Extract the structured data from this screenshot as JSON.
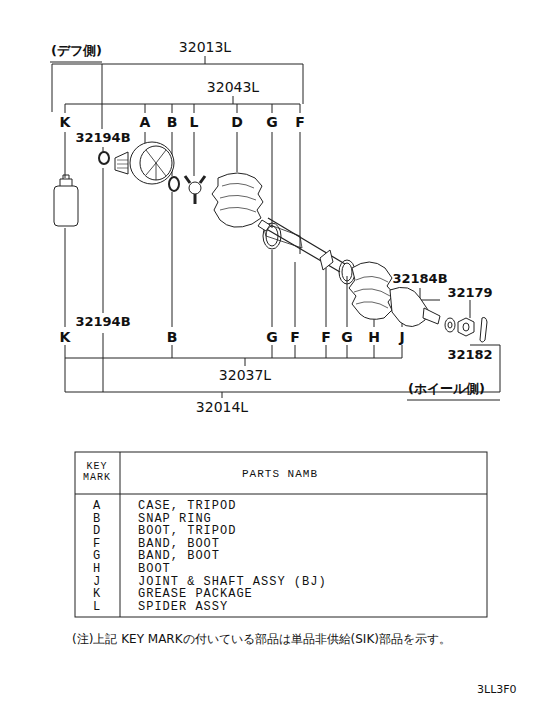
{
  "diagram": {
    "labels": [
      "(デフ側)",
      "32013L",
      "32043L",
      "K",
      "32194B",
      "A",
      "B",
      "L",
      "D",
      "G",
      "F",
      "32184B",
      "32179",
      "32194B",
      "K",
      "B",
      "G",
      "F",
      "F",
      "G",
      "H",
      "J",
      "32182",
      "(ホイール側)",
      "32037L",
      "32014L",
      "KEY MARK",
      "PARTS NAMB",
      "A",
      "CASE, TRIPOD",
      "B",
      "SNAP RING",
      "D",
      "BOOT, TRIPOD",
      "F",
      "BAND, BOOT",
      "G",
      "BAND, BOOT",
      "H",
      "BOOT",
      "J",
      "JOINT & SHAFT ASSY (BJ)",
      "K",
      "GREASE PACKAGE",
      "L",
      "SPIDER ASSY",
      "(注)上記 KEY MARKの付いている部品は単品非供給(SIK)部品を示す。",
      "3LL3F0"
    ]
  }
}
